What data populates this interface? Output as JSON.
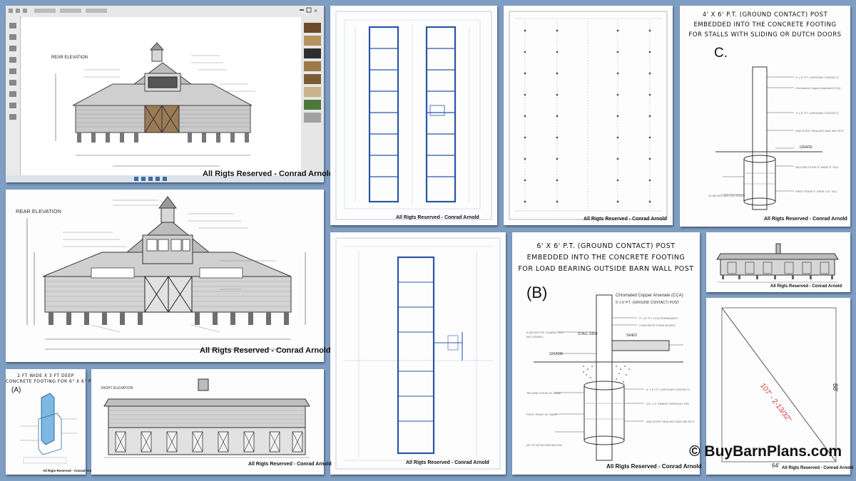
{
  "watermark": "All Rigts Reserved - Conrad Arnold",
  "copyright": "© BuyBarnPlans.com",
  "elevation_label": "REAR ELEVATION",
  "right_elevation_label": "RIGHT ELEVATION",
  "post_c": {
    "title_line1": "4' X 6' P.T. (GROUND CONTACT) POST",
    "title_line2": "EMBEDDED INTO THE CONCRETE FOOTING",
    "title_line3": "FOR STALLS WITH SLIDING OR DUTCH DOORS",
    "letter": "C.",
    "grade": "GRADE",
    "post_label": "4' x 6' P.T. (GROUND CONTACT) POST"
  },
  "post_b": {
    "title_line1": "6' X 6' P.T. (GROUND CONTACT) POST",
    "title_line2": "EMBEDDED INTO THE CONCRETE FOOTING",
    "title_line3": "FOR LOAD BEARING OUTSIDE BARN WALL POST",
    "letter": "(B)",
    "cca": "Chromated Copper Arsenate (CCA)",
    "post_label": "6' x 6' P.T. (GROUND CONTACT) POST",
    "grade": "GRADE",
    "shed": "SHED",
    "stall": "STALL SIDE"
  },
  "footing_a": {
    "title_line1": "2 FT WIDE X 3 FT DEEP",
    "title_line2": "CONCRETE FOOTING FOR 6\" X 6\" POST",
    "letter": "(A)"
  },
  "diagonal": {
    "length": "107' - 2-13/32\"",
    "height": "88'",
    "width": "64'"
  }
}
